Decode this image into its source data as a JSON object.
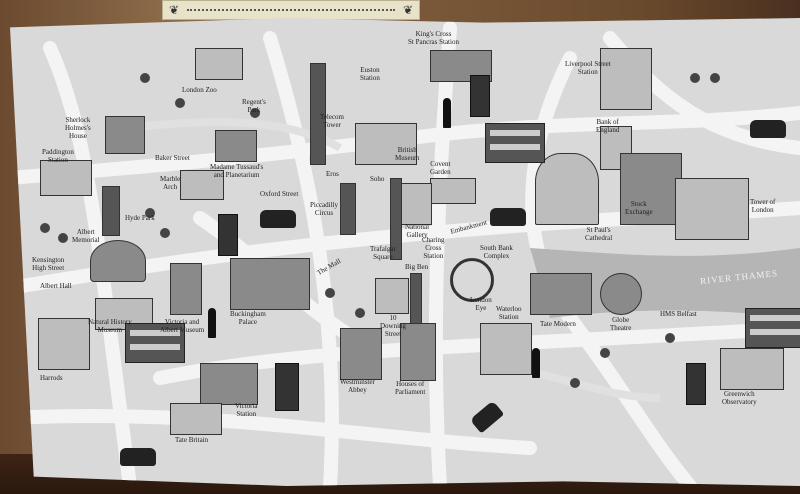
{
  "colors": {
    "wall": "#7a5a3a",
    "map_paper": "#d9d9d9",
    "roads": "#f4f4f4",
    "ink": "#222222"
  },
  "map": {
    "labels": {
      "kings_cross": "King's Cross\nSt Pancras Station",
      "euston": "Euston\nStation",
      "liverpool_street": "Liverpool Street\nStation",
      "london_zoo": "London Zoo",
      "regents_park": "Regent's\nPark",
      "sherlock": "Sherlock\nHolmes's\nHouse",
      "paddington": "Paddington\nStation",
      "baker_street": "Baker Street",
      "madame_tussauds": "Madame Tussaud's\nand Planetarium",
      "telecom_tower": "Telecom\nTower",
      "british_museum": "British\nMuseum",
      "bank_of_england": "Bank of\nEngland",
      "covent_garden": "Covent\nGarden",
      "marble_arch": "Marble\nArch",
      "hyde_park": "Hyde Park",
      "oxford_street": "Oxford Street",
      "piccadilly": "Piccadilly\nCircus",
      "eros": "Eros",
      "soho": "Soho",
      "national_gallery": "National\nGallery",
      "stock_exchange": "Stock\nExchange",
      "tower_of_london": "Tower of\nLondon",
      "albert_memorial": "Albert\nMemorial",
      "kensington": "Kensington\nHigh Street",
      "albert_hall": "Albert Hall",
      "trafalgar": "Trafalgar\nSquare",
      "the_mall": "The Mall",
      "charing_cross": "Charing\nCross\nStation",
      "embankment": "Embankment",
      "st_pauls": "St Paul's\nCathedral",
      "south_bank": "South Bank\nComplex",
      "london_eye": "London\nEye",
      "waterloo": "Waterloo\nStation",
      "tate_modern": "Tate Modern",
      "globe": "Globe\nTheatre",
      "hms_belfast": "HMS Belfast",
      "river_thames": "RIVER THAMES",
      "natural_history": "Natural History\nMuseum",
      "va": "Victoria and\nAlbert Museum",
      "buckingham": "Buckingham\nPalace",
      "downing_street": "10\nDowning\nStreet",
      "big_ben": "Big Ben",
      "westminster_abbey": "Westminster\nAbbey",
      "houses_of_parliament": "Houses of\nParliament",
      "victoria_station": "Victoria\nStation",
      "harrods": "Harrods",
      "tate_britain": "Tate Britain",
      "greenwich": "Greenwich\nObservatory"
    }
  }
}
